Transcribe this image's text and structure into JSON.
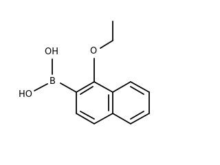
{
  "molecule": {
    "atoms": {
      "oxygen_ether": "O",
      "boron": "B",
      "hydroxyl_top": "OH",
      "hydroxyl_bottom": "HO"
    },
    "colors": {
      "bond": "#000000",
      "text": "#000000",
      "background": "#ffffff"
    }
  }
}
